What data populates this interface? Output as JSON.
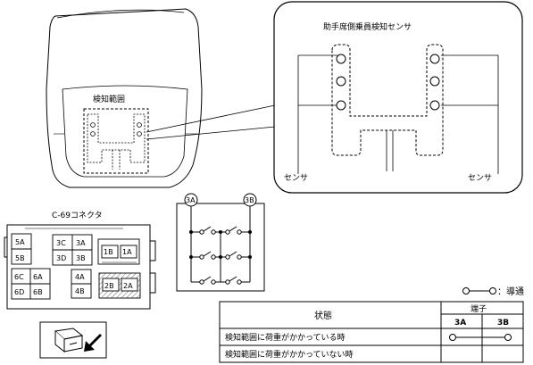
{
  "seat": {
    "detection_range_label": "検知範囲"
  },
  "detail": {
    "title": "助手席側乗員検知センサ",
    "sensor_label_left": "センサ",
    "sensor_label_right": "センサ"
  },
  "connector": {
    "title": "C-69コネクタ",
    "pins": {
      "p5A": "5A",
      "p5B": "5B",
      "p3C": "3C",
      "p3A": "3A",
      "p3D": "3D",
      "p3B": "3B",
      "p1B": "1B",
      "p1A": "1A",
      "p6C": "6C",
      "p6A": "6A",
      "p6D": "6D",
      "p6B": "6B",
      "p4A": "4A",
      "p4B": "4B",
      "p2B": "2B",
      "p2A": "2A"
    }
  },
  "circuit": {
    "terminal_left": "3A",
    "terminal_right": "3B"
  },
  "legend": {
    "conduction": "：導通"
  },
  "table": {
    "state_header": "状態",
    "terminal_header": "端子",
    "col_3a": "3A",
    "col_3b": "3B",
    "rows": [
      {
        "state": "検知範囲に荷重がかかっている時",
        "conduction": true
      },
      {
        "state": "検知範囲に荷重がかかっていない時",
        "conduction": false
      }
    ]
  }
}
